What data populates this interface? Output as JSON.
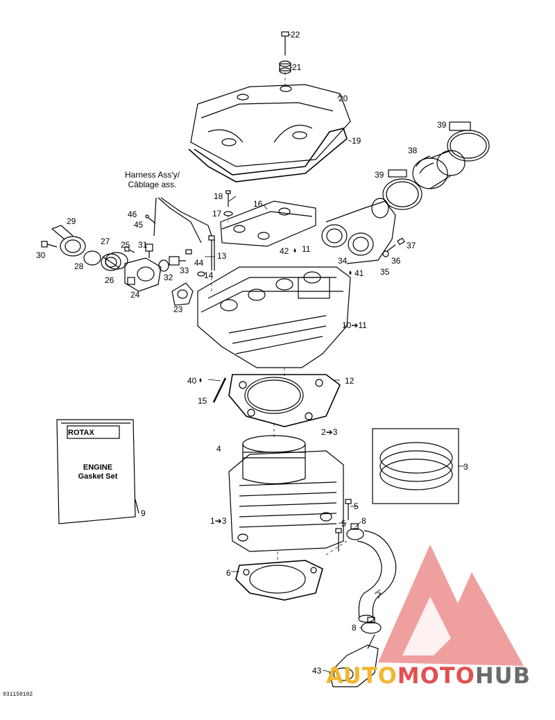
{
  "diagram": {
    "doc_code": "031150102",
    "harness_label": [
      "Harness Ass'y/",
      "Câblage ass."
    ],
    "gasket_set": {
      "brand": "ROTAX",
      "title": [
        "ENGINE",
        "Gasket Set"
      ],
      "ref": "9"
    },
    "callouts": {
      "c22": "22",
      "c21": "21",
      "c20": "20",
      "c19": "19",
      "c39a": "39",
      "c38": "38",
      "c39b": "39",
      "c18": "18",
      "c17": "17",
      "c16": "16",
      "c46": "46",
      "c45": "45",
      "c29": "29",
      "c27": "27",
      "c25": "25",
      "c31": "31",
      "c30": "30",
      "c28": "28",
      "c26": "26",
      "c24": "24",
      "c32": "32",
      "c33": "33",
      "c44": "44",
      "c13": "13",
      "c14": "14",
      "c42": "42",
      "c11": "11",
      "c34": "34",
      "c35": "35",
      "c36": "36",
      "c37": "37",
      "c41": "41",
      "c23": "23",
      "c10_11": "10➔11",
      "c40": "40",
      "c12": "12",
      "c15": "15",
      "c2_3": "2➔3",
      "c4": "4",
      "c3": "3",
      "c1_3": "1➔3",
      "c5a": "5",
      "c5b": "5",
      "c8a": "8",
      "c6": "6",
      "c7": "7",
      "c8b": "8",
      "c43": "43"
    }
  },
  "watermark": {
    "parts": [
      "AUTO",
      "MOTO",
      "HUB"
    ],
    "colors": {
      "auto": "#f2b630",
      "moto": "#e35050",
      "hub": "#6b6b6b",
      "logo": "#e35050"
    }
  }
}
